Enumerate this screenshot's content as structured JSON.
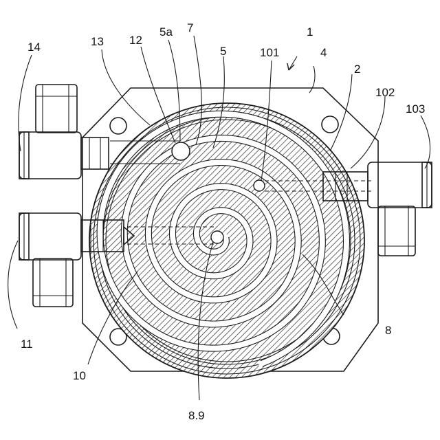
{
  "figure": {
    "labels": {
      "l1": "1",
      "l2": "2",
      "l4": "4",
      "l5": "5",
      "l5a": "5a",
      "l7": "7",
      "l8": "8",
      "l89": "8.9",
      "l10": "10",
      "l11": "11",
      "l12": "12",
      "l13": "13",
      "l14": "14",
      "l101": "101",
      "l102": "102",
      "l103": "103"
    }
  }
}
